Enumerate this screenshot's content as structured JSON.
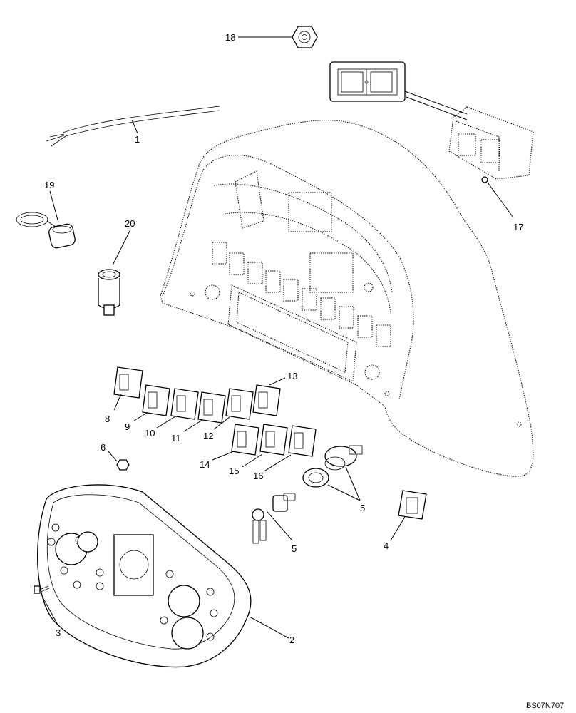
{
  "diagram": {
    "reference_code": "BS07N707",
    "callouts": {
      "c1": "1",
      "c2": "2",
      "c3": "3",
      "c4": "4",
      "c5a": "5",
      "c5b": "5",
      "c6": "6",
      "c8": "8",
      "c9": "9",
      "c10": "10",
      "c11": "11",
      "c12": "12",
      "c13": "13",
      "c14": "14",
      "c15": "15",
      "c16": "16",
      "c17": "17",
      "c18": "18",
      "c19": "19",
      "c20": "20"
    }
  }
}
